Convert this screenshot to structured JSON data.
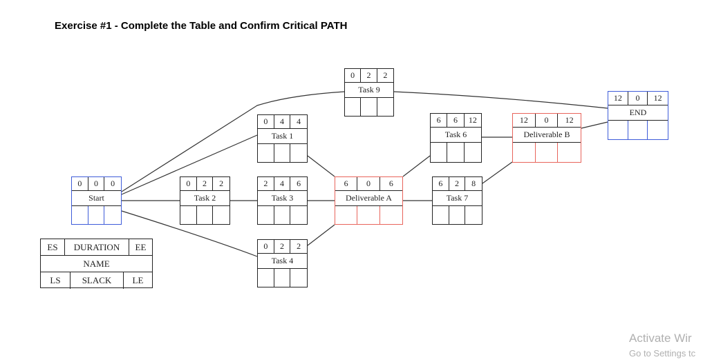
{
  "title": "Exercise #1 - Complete the Table and Confirm Critical PATH",
  "nodes": {
    "start": {
      "es": "0",
      "dur": "0",
      "ee": "0",
      "name": "Start",
      "color": "#3d5bd9"
    },
    "task1": {
      "es": "0",
      "dur": "4",
      "ee": "4",
      "name": "Task 1",
      "color": "#222222"
    },
    "task2": {
      "es": "0",
      "dur": "2",
      "ee": "2",
      "name": "Task 2",
      "color": "#222222"
    },
    "task3": {
      "es": "2",
      "dur": "4",
      "ee": "6",
      "name": "Task 3",
      "color": "#222222"
    },
    "task4": {
      "es": "0",
      "dur": "2",
      "ee": "2",
      "name": "Task 4",
      "color": "#222222"
    },
    "task6": {
      "es": "6",
      "dur": "6",
      "ee": "12",
      "name": "Task 6",
      "color": "#222222"
    },
    "task7": {
      "es": "6",
      "dur": "2",
      "ee": "8",
      "name": "Task 7",
      "color": "#222222"
    },
    "task9": {
      "es": "0",
      "dur": "2",
      "ee": "2",
      "name": "Task 9",
      "color": "#222222"
    },
    "delivA": {
      "es": "6",
      "dur": "0",
      "ee": "6",
      "name": "Deliverable A",
      "color": "#e8635a"
    },
    "delivB": {
      "es": "12",
      "dur": "0",
      "ee": "12",
      "name": "Deliverable B",
      "color": "#e8635a"
    },
    "end": {
      "es": "12",
      "dur": "0",
      "ee": "12",
      "name": "END",
      "color": "#3d5bd9"
    }
  },
  "legend": {
    "es": "ES",
    "duration": "DURATION",
    "ee": "EE",
    "name": "NAME",
    "ls": "LS",
    "slack": "SLACK",
    "le": "LE"
  },
  "watermark": {
    "line1": "Activate Wir",
    "line2": "Go to Settings tc"
  }
}
